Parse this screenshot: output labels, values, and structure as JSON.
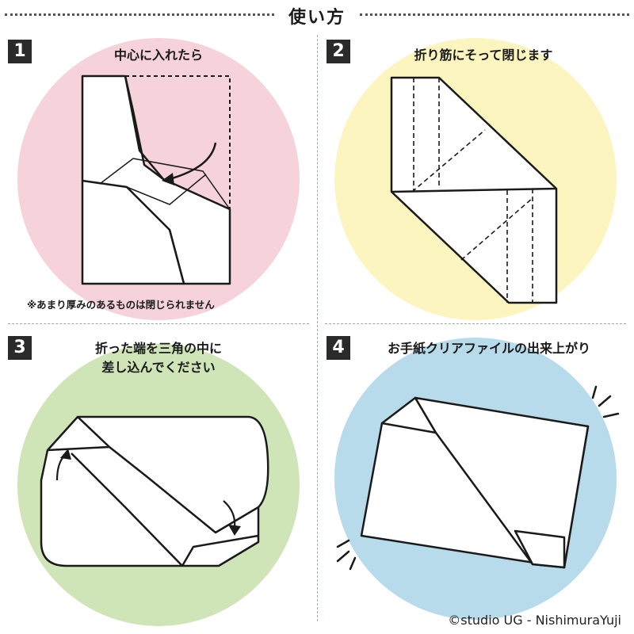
{
  "header": {
    "title": "使い方"
  },
  "steps": [
    {
      "number": "1",
      "caption": "中心に入れたら",
      "note": "※あまり厚みのあるものは閉じられません",
      "circle_color": "#f6d3da"
    },
    {
      "number": "2",
      "caption": "折り筋にそって閉じます",
      "circle_color": "#fcf5bf"
    },
    {
      "number": "3",
      "caption_line1": "折った端を三角の中に",
      "caption_line2": "差し込んでください",
      "circle_color": "#cfe5b8"
    },
    {
      "number": "4",
      "caption": "お手紙クリアファイルの出来上がり",
      "circle_color": "#b7dbea"
    }
  ],
  "credit": "©studio UG - NishimuraYuji"
}
